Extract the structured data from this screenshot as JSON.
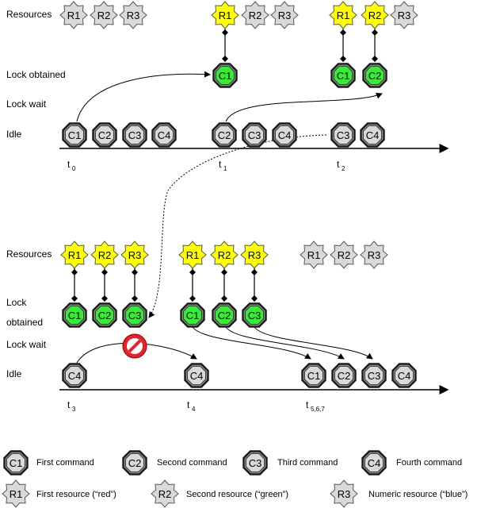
{
  "labels": {
    "resources": "Resources",
    "lock_obtained": "Lock obtained",
    "lock_wait": "Lock wait",
    "idle": "Idle",
    "lock_obtained_l1": "Lock",
    "lock_obtained_l2": "obtained"
  },
  "nodes": {
    "c1": "C1",
    "c2": "C2",
    "c3": "C3",
    "c4": "C4",
    "r1": "R1",
    "r2": "R2",
    "r3": "R3"
  },
  "time": {
    "t": "t",
    "t0": "0",
    "t1": "1",
    "t2": "2",
    "t3": "3",
    "t4": "4",
    "t567": "5,6,7"
  },
  "legend": {
    "c1": "First command",
    "c2": "Second command",
    "c3": "Third command",
    "c4": "Fourth command",
    "r1": "First resource (“red”)",
    "r2": "Second resource (“green”)",
    "r3": "Numeric resource (“blue”)"
  },
  "colors": {
    "command_idle": "#d9d9d9",
    "command_active": "#33ee33",
    "resource_idle": "#d9d9d9",
    "resource_locked": "#ffff00",
    "blocked": "#e8202a"
  }
}
